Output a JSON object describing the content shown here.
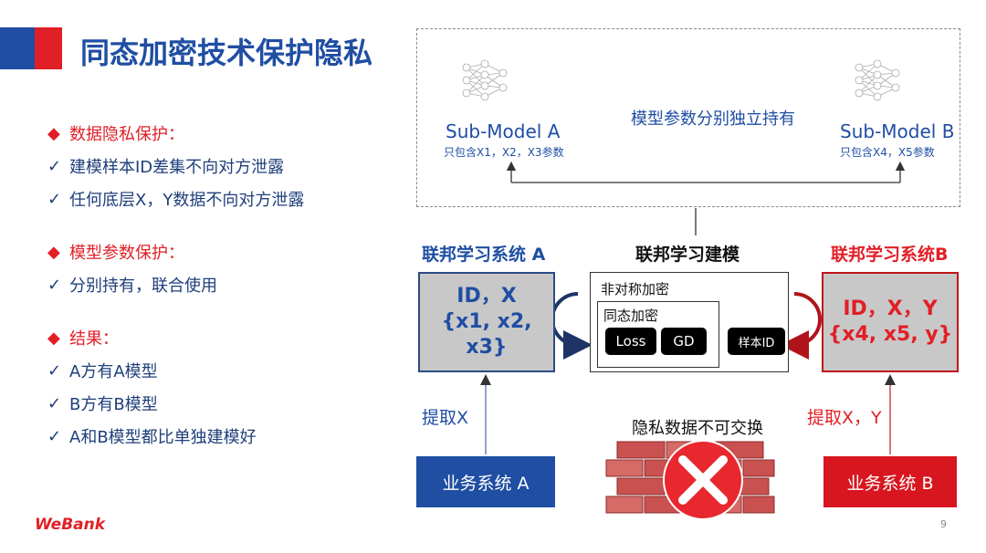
{
  "slide": {
    "title": "同态加密技术保护隐私",
    "page_number": "9",
    "logo_text": "WeBank"
  },
  "bullets": {
    "section1": {
      "heading": "数据隐私保护：",
      "items": [
        "建模样本ID差集不向对方泄露",
        "任何底层X，Y数据不向对方泄露"
      ]
    },
    "section2": {
      "heading": "模型参数保护：",
      "items": [
        "分别持有，联合使用"
      ]
    },
    "section3": {
      "heading": "结果：",
      "items": [
        "A方有A模型",
        "B方有B模型",
        "A和B模型都比单独建模好"
      ]
    },
    "diamond_symbol": "◆",
    "check_symbol": "✓"
  },
  "diagram": {
    "center_note": "模型参数分别独立持有",
    "submodel_a": {
      "title": "Sub-Model A",
      "note": "只包含X1，X2，X3参数"
    },
    "submodel_b": {
      "title": "Sub-Model B",
      "note": "只包含X4，X5参数"
    },
    "system_a": {
      "title": "联邦学习系统 A",
      "line1": "ID，X",
      "line2": "{x1, x2, x3}"
    },
    "federated_title": "联邦学习建模",
    "system_b": {
      "title": "联邦学习系统B",
      "line1": "ID，X，Y",
      "line2": "{x4, x5,  y}"
    },
    "encryption": {
      "outer_label": "非对称加密",
      "inner_label": "同态加密",
      "loss": "Loss",
      "gd": "GD",
      "sample_id": "样本ID"
    },
    "extract_a": "提取X",
    "extract_b": "提取X，Y",
    "privacy_note": "隐私数据不可交换",
    "business_a": "业务系统 A",
    "business_b": "业务系统 B"
  },
  "colors": {
    "brand_blue": "#1f4ea3",
    "brand_red": "#e11f26",
    "system_a_border": "#2b4b86",
    "system_b_border": "#c0141c",
    "box_gray": "#c8c8c8"
  },
  "icons": [
    "neural-network-icon",
    "brick-wall-icon",
    "red-x-icon",
    "circular-arrow-icon"
  ]
}
